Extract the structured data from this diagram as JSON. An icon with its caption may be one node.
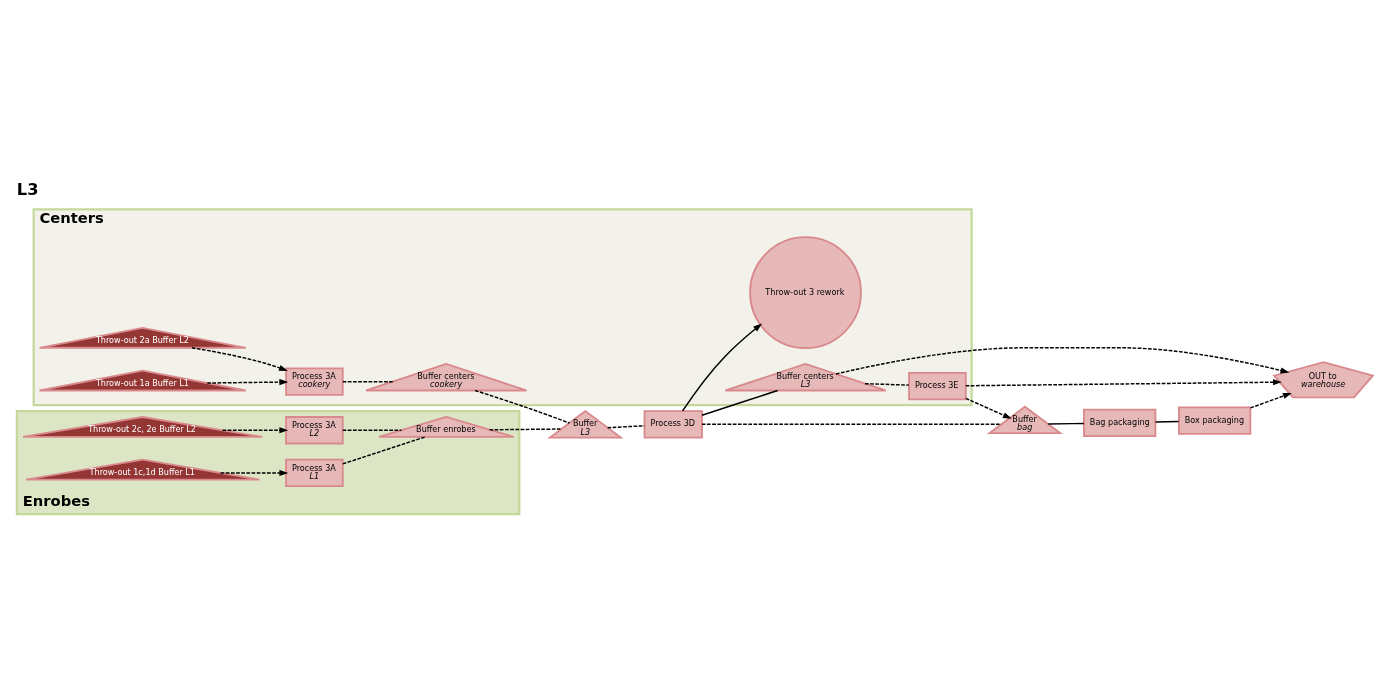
{
  "diagram": {
    "title": "L3",
    "nodes": [
      {
        "text": [
          "Centers"
        ]
      },
      {
        "text": [
          "Throw-out 2a Buffer L2"
        ],
        "in": 0
      },
      {
        "text": [
          "Throw-out 1a Buffer L1"
        ],
        "in": 0
      },
      {
        "text": [
          "Process 3A",
          "cookery"
        ],
        "in": 0
      },
      {
        "text": [
          "Buffer centers",
          "cookery"
        ],
        "in": 0
      },
      {
        "text": [
          "Throw-out 3 rework"
        ],
        "in": 0
      },
      {
        "text": [
          "Buffer centers",
          "L3"
        ],
        "in": 0
      },
      {
        "text": [
          "Process 3E"
        ],
        "in": 0
      },
      {
        "text": [
          "Buffer",
          "L3"
        ]
      },
      {
        "text": [
          "Process 3D"
        ]
      },
      {
        "text": [
          "Enrobes"
        ]
      },
      {
        "text": [
          "Throw-out 2c, 2e Buffer L2"
        ],
        "in": 10
      },
      {
        "text": [
          "Process 3A",
          "L2"
        ],
        "in": 10
      },
      {
        "text": [
          "Throw-out 1c,1d Buffer L1"
        ],
        "in": 10
      },
      {
        "text": [
          "Process 3A",
          "L1"
        ],
        "in": 10
      },
      {
        "text": [
          "Buffer enrobes"
        ],
        "in": 10
      },
      {
        "text": [
          "Buffer",
          "bag"
        ]
      },
      {
        "text": [
          "Bag packaging"
        ]
      },
      {
        "text": [
          "Box packaging"
        ]
      },
      {
        "text": [
          "OUT to",
          "warehouse"
        ]
      }
    ],
    "edges": [
      {
        "from": 1,
        "to": 3,
        "arrow": "to",
        "style": "dashed"
      },
      {
        "from": 2,
        "to": 3,
        "arrow": "to",
        "style": "dashed"
      },
      {
        "from": 3,
        "to": 4,
        "arrow": "none",
        "style": "dashed"
      },
      {
        "from": 4,
        "to": 8,
        "arrow": "none",
        "style": "dashed"
      },
      {
        "from": 11,
        "to": 12,
        "arrow": "to",
        "style": "dashed"
      },
      {
        "from": 13,
        "to": 14,
        "arrow": "to",
        "style": "dashed"
      },
      {
        "from": 12,
        "to": 15,
        "arrow": "none",
        "style": "dashed"
      },
      {
        "from": 14,
        "to": 15,
        "arrow": "none",
        "style": "dashed"
      },
      {
        "from": 15,
        "to": 8,
        "arrow": "none",
        "style": "dashed"
      },
      {
        "from": 8,
        "to": 9,
        "arrow": "none",
        "style": "dashed"
      },
      {
        "from": 9,
        "to": 5,
        "arrow": "to"
      },
      {
        "from": 9,
        "to": 6,
        "arrow": "none"
      },
      {
        "from": 9,
        "to": 16,
        "arrow": "none",
        "style": "dashed"
      },
      {
        "from": 6,
        "to": 19,
        "arrow": "to",
        "style": "dashed"
      },
      {
        "from": 6,
        "to": 7,
        "arrow": "none",
        "style": "dashed"
      },
      {
        "from": 7,
        "to": 19,
        "arrow": "to",
        "style": "dashed"
      },
      {
        "from": 7,
        "to": 16,
        "arrow": "to",
        "style": "dashed"
      },
      {
        "from": 16,
        "to": 17,
        "arrow": "none"
      },
      {
        "from": 17,
        "to": 18,
        "arrow": "none"
      },
      {
        "from": 18,
        "to": 19,
        "arrow": "to",
        "style": "dashed"
      }
    ]
  }
}
